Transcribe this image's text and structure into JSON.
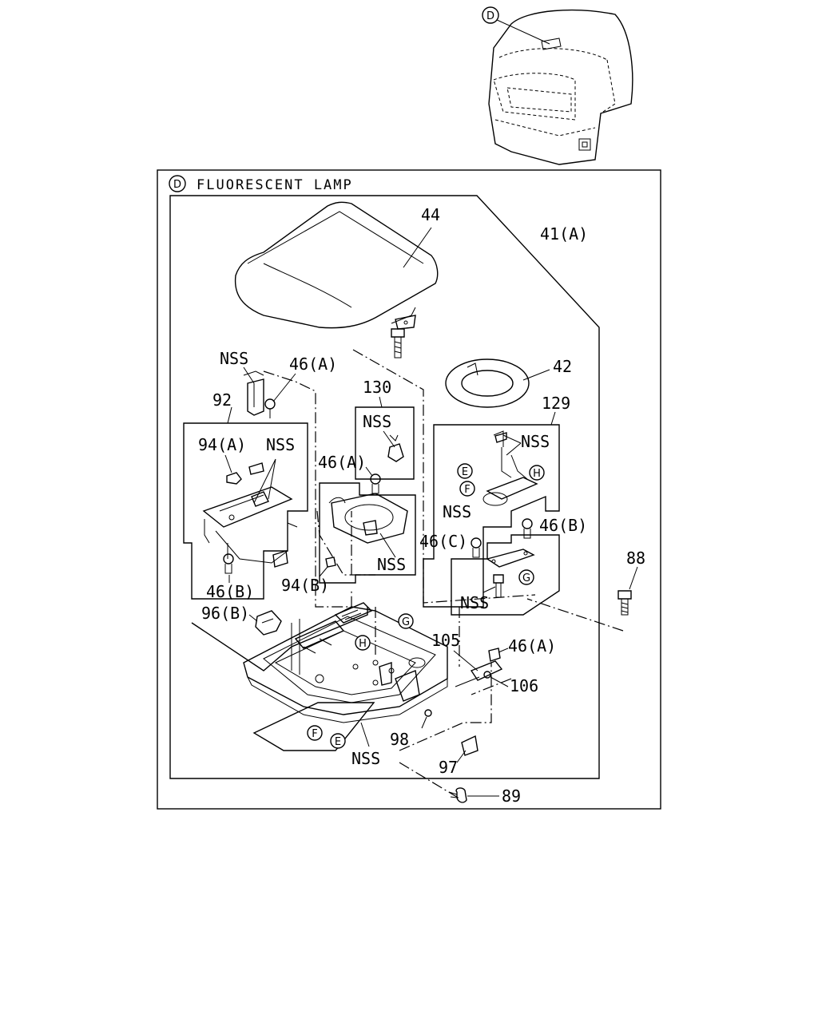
{
  "overview": {
    "marker": "D"
  },
  "frame": {
    "marker": "D",
    "title": "FLUORESCENT LAMP"
  },
  "labels": {
    "l44": "44",
    "l41a": "41(A)",
    "lnss1": "NSS",
    "l46a_1": "46(A)",
    "l92": "92",
    "l130": "130",
    "lnss2": "NSS",
    "l42": "42",
    "l129": "129",
    "lnss3": "NSS",
    "l94a": "94(A)",
    "lnss4": "NSS",
    "l46a_2": "46(A)",
    "lnss5": "NSS",
    "l46b_1": "46(B)",
    "l46c": "46(C)",
    "lnss6": "NSS",
    "l88": "88",
    "l46b_2": "46(B)",
    "l94b": "94(B)",
    "lnss7": "NSS",
    "l96b": "96(B)",
    "l105": "105",
    "l46a_3": "46(A)",
    "l106": "106",
    "l98": "98",
    "lnss8": "NSS",
    "l97": "97",
    "l89": "89"
  },
  "refs": {
    "e1": "E",
    "f1": "F",
    "h1": "H",
    "g1": "G",
    "g2": "G",
    "h2": "H",
    "f2": "F",
    "e2": "E"
  }
}
